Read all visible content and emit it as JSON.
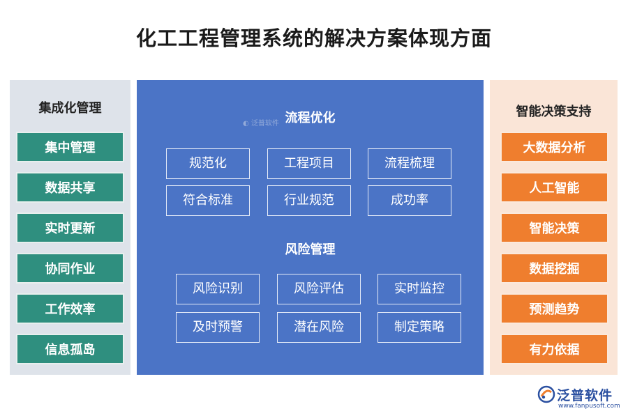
{
  "title": "化工工程管理系统的解决方案体现方面",
  "left": {
    "title": "集成化管理",
    "items": [
      "集中管理",
      "数据共享",
      "实时更新",
      "协同作业",
      "工作效率",
      "信息孤岛"
    ]
  },
  "center": {
    "section1": {
      "heading": "流程优化",
      "items": [
        "规范化",
        "工程项目",
        "流程梳理",
        "符合标准",
        "行业规范",
        "成功率"
      ]
    },
    "section2": {
      "heading": "风险管理",
      "items": [
        "风险识别",
        "风险评估",
        "实时监控",
        "及时预警",
        "潜在风险",
        "制定策略"
      ]
    }
  },
  "right": {
    "title": "智能决策支持",
    "items": [
      "大数据分析",
      "人工智能",
      "智能决策",
      "数据挖掘",
      "预测趋势",
      "有力依据"
    ]
  },
  "watermark": "泛普软件",
  "logo": {
    "name": "泛普软件",
    "url": "www.fanpusoft.com"
  },
  "colors": {
    "left_item": "#2f8f7f",
    "center_bg": "#4b74c6",
    "right_item": "#ef7e2e"
  }
}
